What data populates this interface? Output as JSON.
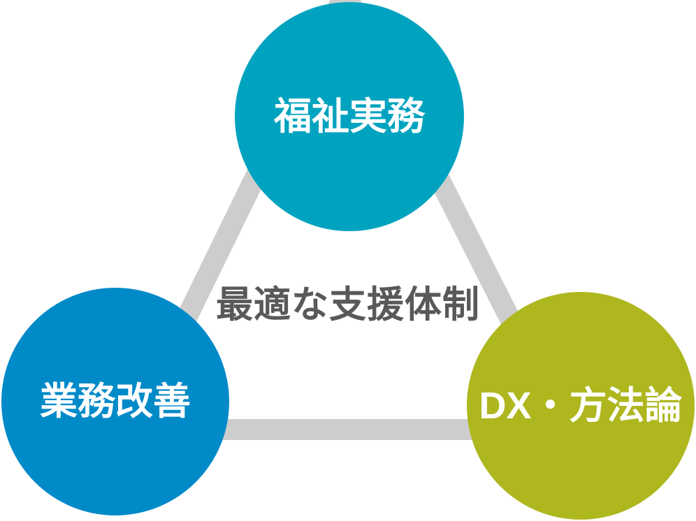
{
  "diagram": {
    "title_hidden": "",
    "center_label": "最適な支援体制",
    "center_label_color": "#595959",
    "connector_color": "#cdcdcd",
    "background_color": "#ffffff",
    "nodes": [
      {
        "id": "welfare-practice",
        "label": "福祉実務",
        "color": "#00a3bf"
      },
      {
        "id": "operations-improvement",
        "label": "業務改善",
        "color": "#008ac8"
      },
      {
        "id": "dx-methodology",
        "label": "DX・方法論",
        "color": "#aeb71e"
      }
    ]
  }
}
